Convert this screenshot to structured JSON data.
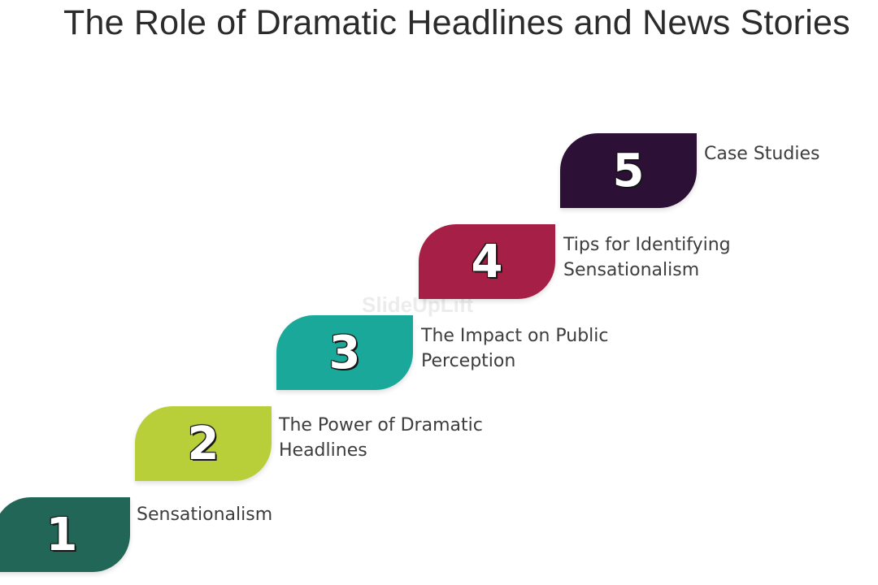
{
  "title": "The Role of Dramatic Headlines and News Stories",
  "steps": [
    {
      "number": "1",
      "label": "Sensationalism",
      "color": "#216657"
    },
    {
      "number": "2",
      "label": "The Power of Dramatic Headlines",
      "color": "#b9cf3a"
    },
    {
      "number": "3",
      "label": "The Impact on Public Perception",
      "color": "#1aa89a"
    },
    {
      "number": "4",
      "label": "Tips for Identifying Sensationalism",
      "color": "#a51f46"
    },
    {
      "number": "5",
      "label": "Case Studies",
      "color": "#2c1036"
    }
  ],
  "watermark": "SlideUpLift"
}
